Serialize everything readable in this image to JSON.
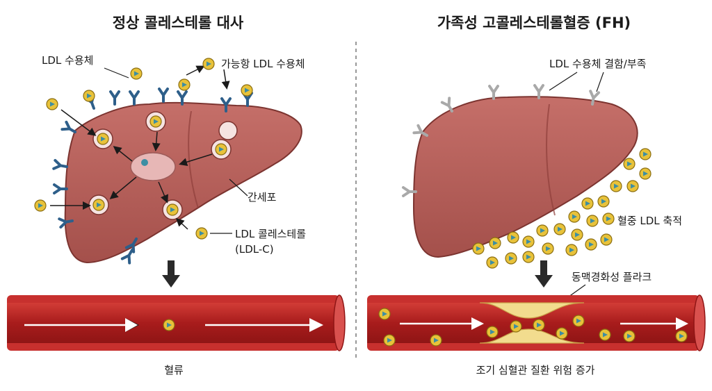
{
  "left": {
    "title": "정상 콜레스테롤 대사",
    "labels": {
      "ldl_receptor": "LDL 수용체",
      "recycled_receptor": "가능항 LDL 수용체",
      "hepatocyte": "간세포",
      "ldl_c_line1": "LDL 콜레스테롤",
      "ldl_c_line2": "(LDL-C)",
      "bloodflow": "혈류"
    }
  },
  "right": {
    "title": "가족성 고콜레스테롤혈증 (FH)",
    "labels": {
      "receptor_defect": "LDL 수용체 결함/부족",
      "ldl_accumulation": "혈중 LDL 축적",
      "plaque": "동맥경화성 플라크",
      "risk": "조기 심혈관 질환 위험 증가"
    }
  },
  "colors": {
    "liver": "#b8615c",
    "liver_dark": "#8e3f3b",
    "receptor_normal": "#2e5f8a",
    "receptor_defective": "#a9a9a9",
    "ldl_particle": "#e8c23a",
    "ldl_core": "#3d8ea3",
    "artery_wall": "#c7302e",
    "artery_lumen": "#a81f1f",
    "plaque": "#f2dc8e"
  }
}
